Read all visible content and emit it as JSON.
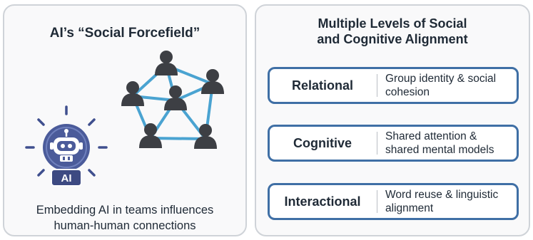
{
  "left_panel": {
    "title": "AI’s “Social Forcefield”",
    "robot_badge": "AI",
    "caption_line1": "Embedding AI in teams influences",
    "caption_line2": "human-human connections"
  },
  "right_panel": {
    "title_line1": "Multiple Levels of Social",
    "title_line2": "and Cognitive Alignment",
    "levels": [
      {
        "name": "Relational",
        "desc_line1": "Group identity & social",
        "desc_line2": "cohesion"
      },
      {
        "name": "Cognitive",
        "desc_line1": "Shared attention &",
        "desc_line2": "shared mental models"
      },
      {
        "name": "Interactional",
        "desc_line1": "Word reuse & linguistic",
        "desc_line2": "alignment"
      }
    ]
  },
  "colors": {
    "panel_border": "#cfd3d8",
    "level_border": "#3f6fa5",
    "network_edge": "#4aa3d1",
    "person": "#3d3f44",
    "robot_circle": "#4b5b9a",
    "ray": "#3f4f8e"
  },
  "icons": [
    "person-icon",
    "robot-icon",
    "ai-badge",
    "network-graph"
  ]
}
